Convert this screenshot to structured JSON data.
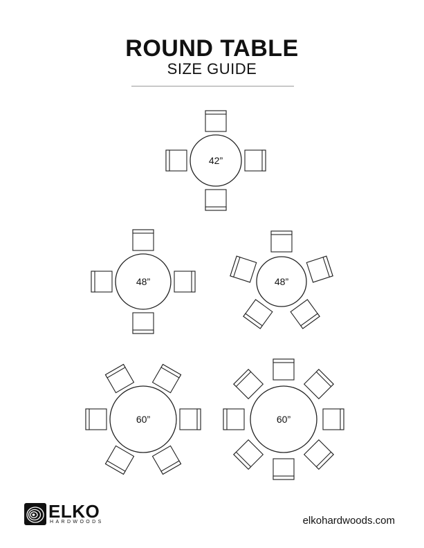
{
  "header": {
    "title": "ROUND TABLE",
    "subtitle": "SIZE GUIDE"
  },
  "tables": [
    {
      "size_label": "42”",
      "seats": 4
    },
    {
      "size_label": "48”",
      "seats": 4
    },
    {
      "size_label": "48”",
      "seats": 5
    },
    {
      "size_label": "60”",
      "seats": 6
    },
    {
      "size_label": "60”",
      "seats": 8
    }
  ],
  "footer": {
    "brand": "ELKO",
    "brand_sub": "HARDWOODS",
    "website": "elkohardwoods.com"
  },
  "icons": {
    "logo": "wood-rings-logo-icon",
    "chair": "chair-icon"
  },
  "colors": {
    "ink": "#111111",
    "rule": "#9a9a9a"
  }
}
